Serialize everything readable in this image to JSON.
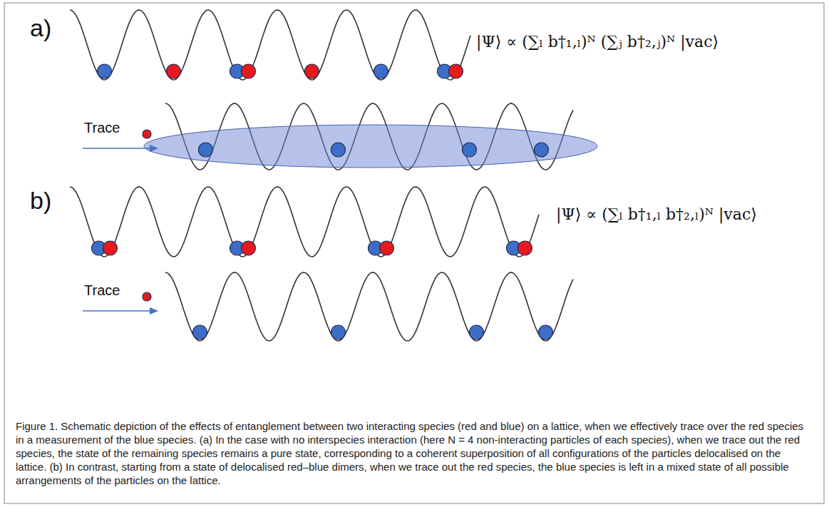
{
  "diagram": {
    "caption": "Figure 1. Schematic depiction of the effects of entanglement between two interacting species (red and blue) on a lattice, when we effectively trace over the red species in a measurement of the blue species. (a) In the case with no interspecies interaction (here N = 4 non-interacting particles of each species), when we trace out the red species, the state of the remaining species remains a pure state, corresponding to a coherent superposition of all configurations of the particles delocalised on the lattice. (b) In contrast, starting from a state of delocalised red–blue dimers, when we trace out the red species, the blue species is left in a mixed state of all possible arrangements of the particles on the lattice.",
    "labels": [
      "a)",
      "|Ψ⟩ ∝ (∑ₗ b†₁,ₗ)ᴺ (∑ⱼ b†₂,ⱼ)ᴺ |vac⟩",
      "Trace",
      "b)",
      "|Ψ⟩ ∝ (∑ₗ b†₁,ₗ b†₂,ₗ)ᴺ |vac⟩",
      "Trace"
    ]
  }
}
